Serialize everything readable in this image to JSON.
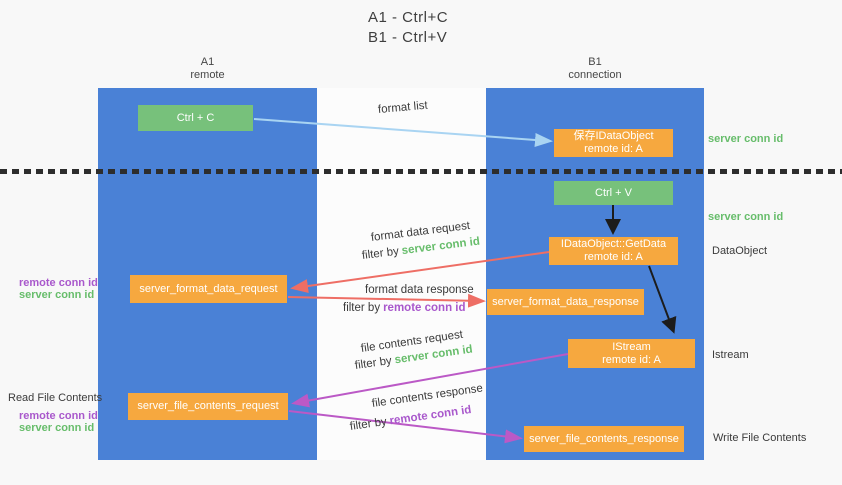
{
  "title": {
    "line1": "A1 - Ctrl+C",
    "line2": "B1 - Ctrl+V"
  },
  "lifelines": [
    {
      "name": "A1",
      "role": "remote"
    },
    {
      "name": "B1",
      "role": "connection"
    }
  ],
  "boxes": {
    "ctrl_c": "Ctrl + C",
    "ctrl_v": "Ctrl + V",
    "save_idataobject_line1": "保存IDataObject",
    "save_idataobject_line2": "remote id: A",
    "getdata_line1": "IDataObject::GetData",
    "getdata_line2": "remote id: A",
    "istream_line1": "IStream",
    "istream_line2": "remote id: A",
    "format_request": "server_format_data_request",
    "format_response": "server_format_data_response",
    "file_request": "server_file_contents_request",
    "file_response": "server_file_contents_response"
  },
  "messages": {
    "format_list": "format list",
    "filter_by": "filter by",
    "server_conn_id": "server conn id",
    "remote_conn_id": "remote conn id",
    "format_data_request": "format data request",
    "format_data_response": "format data response",
    "file_contents_request": "file contents request",
    "file_contents_response": "file contents response"
  },
  "annotations": {
    "server_conn_id_top": "server conn id",
    "server_conn_id_mid": "server conn id",
    "dataobject": "DataObject",
    "istream": "Istream",
    "read_file_contents": "Read File Contents",
    "write_file_contents": "Write File Contents",
    "remote_conn_id": "remote conn id",
    "server_conn_id": "server conn id"
  },
  "colors": {
    "blue": "#4a81d6",
    "green": "#77c17b",
    "orange": "#f6a83f",
    "green_text": "#67bd6b",
    "purple_text": "#a958cc",
    "red_arrow": "#ee6e65",
    "purple_arrow": "#bb59c6",
    "light_blue_arrow": "#a9d4f2",
    "black_arrow": "#1c1c1c",
    "text_dark": "#3b3b3b",
    "bg": "#f8f8f8",
    "gap_bg": "#fcfcfc"
  }
}
